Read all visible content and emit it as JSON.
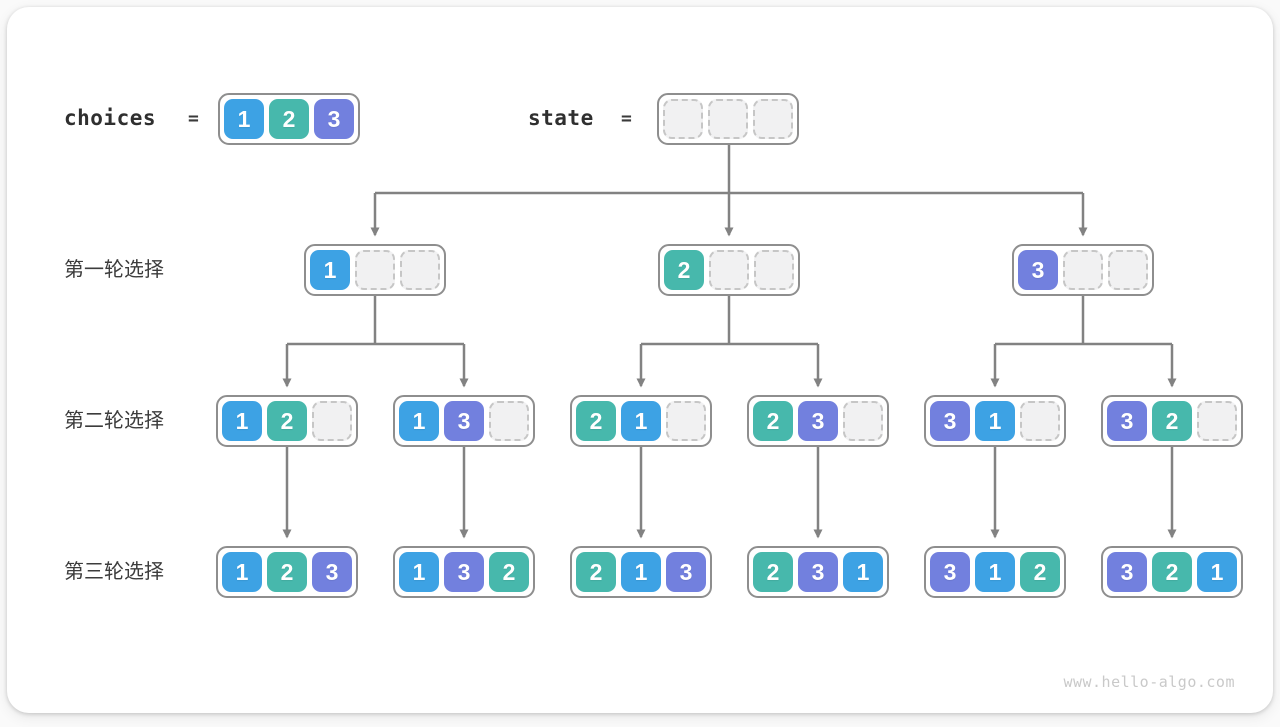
{
  "diagram": {
    "header": {
      "choices_label": "choices",
      "state_label": "state",
      "equals": "=",
      "choices_values": [
        1,
        2,
        3
      ],
      "state_values": [
        null,
        null,
        null
      ]
    },
    "rows": [
      {
        "label": "第一轮选择",
        "nodes": [
          [
            1
          ],
          [
            2
          ],
          [
            3
          ]
        ]
      },
      {
        "label": "第二轮选择",
        "nodes": [
          [
            1,
            2
          ],
          [
            1,
            3
          ],
          [
            2,
            1
          ],
          [
            2,
            3
          ],
          [
            3,
            1
          ],
          [
            3,
            2
          ]
        ]
      },
      {
        "label": "第三轮选择",
        "nodes": [
          [
            1,
            2,
            3
          ],
          [
            1,
            3,
            2
          ],
          [
            2,
            1,
            3
          ],
          [
            2,
            3,
            1
          ],
          [
            3,
            1,
            2
          ],
          [
            3,
            2,
            1
          ]
        ]
      }
    ],
    "slots_per_state": 3,
    "cell_colors": {
      "1": "#3da2e4",
      "2": "#47b8ac",
      "3": "#7280de"
    },
    "arrow_color": "#828282",
    "watermark": "www.hello-algo.com"
  }
}
